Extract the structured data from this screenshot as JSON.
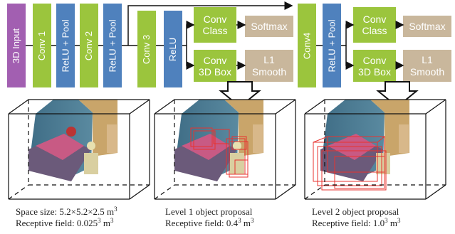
{
  "network": {
    "input_label": "3D Input",
    "conv1_label": "Conv 1",
    "pool1_label": "ReLU + Pool",
    "conv2_label": "Conv 2",
    "pool2_label": "ReLU + Pool",
    "conv3_label": "Conv 3",
    "relu_label": "ReLU",
    "conv4_label": "Conv4",
    "pool4_label": "ReLU + Pool",
    "level1": {
      "class_line1": "Conv",
      "class_line2": "Class",
      "softmax": "Softmax",
      "box_line1": "Conv",
      "box_line2": "3D Box",
      "loss_line1": "L1",
      "loss_line2": "Smooth"
    },
    "level2": {
      "class_line1": "Conv",
      "class_line2": "Class",
      "softmax": "Softmax",
      "box_line1": "Conv",
      "box_line2": "3D Box",
      "loss_line1": "L1",
      "loss_line2": "Smooth"
    }
  },
  "captions": [
    {
      "line1_prefix": "Space size: 5.2×5.2×2.5 m",
      "line1_sup": "3",
      "line2_prefix": "Receptive field: 0.025",
      "line2_sup": "3",
      "line2_suffix": " m",
      "line2_sup2": "3"
    },
    {
      "line1_prefix": "Level 1 object proposal",
      "line1_sup": "",
      "line2_prefix": "Receptive field: 0.4",
      "line2_sup": "3",
      "line2_suffix": " m",
      "line2_sup2": "3"
    },
    {
      "line1_prefix": "Level 2 object proposal",
      "line1_sup": "",
      "line2_prefix": "Receptive field: 1.0",
      "line2_sup": "3",
      "line2_suffix": " m",
      "line2_sup2": "3"
    }
  ],
  "colors": {
    "input": "#a25fb1",
    "conv": "#9bc53d",
    "relu_pool": "#4f81bd",
    "output": "#c9b79c",
    "proposal_box": "#e8332f"
  },
  "icons": [
    "down-arrow-icon",
    "bedroom-scene-image"
  ]
}
